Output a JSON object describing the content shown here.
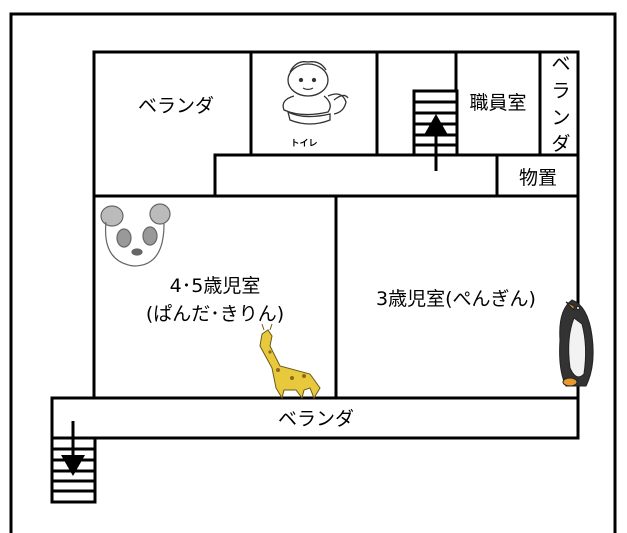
{
  "floor_plan": {
    "rooms": {
      "veranda_top": "ベランダ",
      "toilet": "トイレ",
      "staff_room": "職員室",
      "storage": "物置",
      "veranda_side": [
        "ベ",
        "ラ",
        "ン",
        "ダ"
      ],
      "room_45_line1": "4･5歳児室",
      "room_45_line2": "(ぱんだ･きりん)",
      "room_3": "3歳児室(ぺんぎん)",
      "veranda_bottom": "ベランダ"
    },
    "icons": [
      "child-on-toilet-icon",
      "panda-drawing-icon",
      "giraffe-drawing-icon",
      "penguin-drawing-icon",
      "stairs-icon",
      "up-arrow-icon",
      "down-arrow-icon"
    ],
    "colors": {
      "line": "#000000",
      "background": "#ffffff",
      "giraffe": "#e8c83c",
      "penguin_beak": "#e8982c"
    }
  }
}
